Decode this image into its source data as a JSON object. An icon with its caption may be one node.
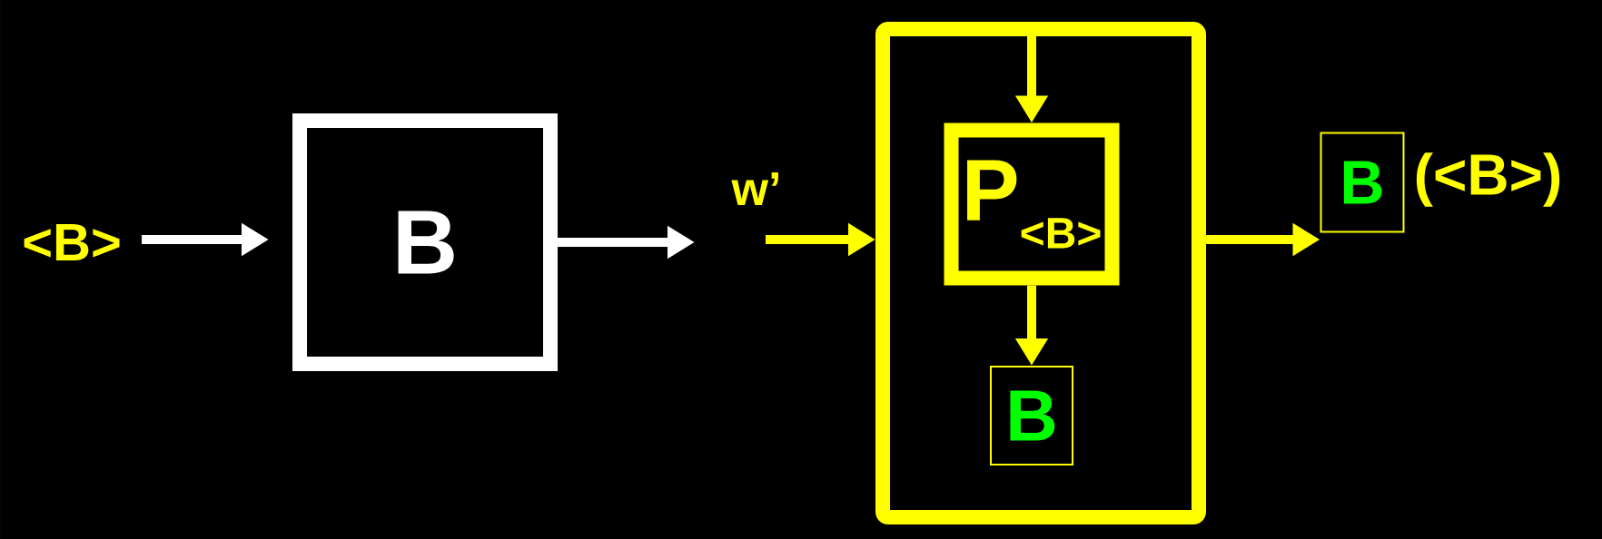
{
  "diagram": {
    "nodes": [
      {
        "text": [
          "<B>"
        ]
      },
      {
        "text": [
          "B"
        ]
      },
      {
        "text": [],
        "shape": "box"
      },
      {
        "text": [
          "P",
          "<B>"
        ],
        "in": 2
      },
      {
        "text": [
          "B"
        ],
        "in": 2
      },
      {
        "text": [
          "B"
        ],
        "beside": [
          "(<B>)"
        ]
      }
    ],
    "edges": [
      {
        "from": 0,
        "to": 1,
        "arrow": "to",
        "color": "#ffffff"
      },
      {
        "from": 1,
        "to": null,
        "arrow": "to",
        "color": "#ffffff"
      },
      {
        "from": null,
        "to": 2,
        "arrow": "to",
        "label": "w’"
      },
      {
        "from": null,
        "to": 3,
        "arrow": "to"
      },
      {
        "from": 3,
        "to": 4,
        "arrow": "to"
      },
      {
        "from": 2,
        "to": 5,
        "arrow": "to"
      }
    ]
  }
}
